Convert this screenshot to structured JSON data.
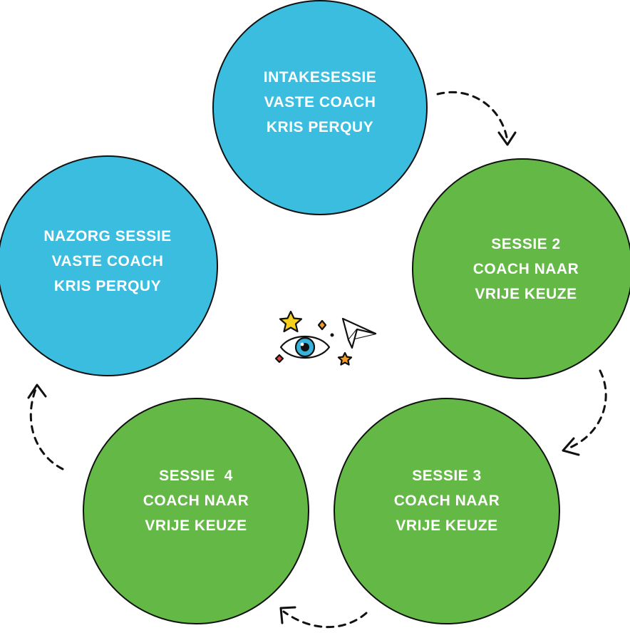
{
  "colors": {
    "blue_circle": "#3bbde0",
    "green_circle": "#64b946",
    "circle_text": "#ffffff",
    "arrow": "#111111",
    "star_yellow": "#f7d11e",
    "diamond_orange": "#f29c2a",
    "diamond_red": "#e3443b",
    "eye_blue": "#38b3dc"
  },
  "circles": {
    "intake": {
      "lines": [
        "INTAKESESSIE",
        "VASTE COACH",
        "KRIS PERQUY"
      ]
    },
    "sessie2": {
      "lines": [
        "SESSIE 2",
        "COACH NAAR",
        "VRIJE KEUZE"
      ]
    },
    "sessie3": {
      "lines": [
        "SESSIE 3",
        "COACH NAAR",
        "VRIJE KEUZE"
      ]
    },
    "sessie4": {
      "lines": [
        "SESSIE  4",
        "COACH NAAR",
        "VRIJE KEUZE"
      ]
    },
    "nazorg": {
      "lines": [
        "NAZORG SESSIE",
        "VASTE COACH",
        "KRIS PERQUY"
      ]
    }
  },
  "center_icon": "eye-stars-paper-plane-icon",
  "arrow_icons": [
    "dashed-curved-arrow-icon"
  ]
}
